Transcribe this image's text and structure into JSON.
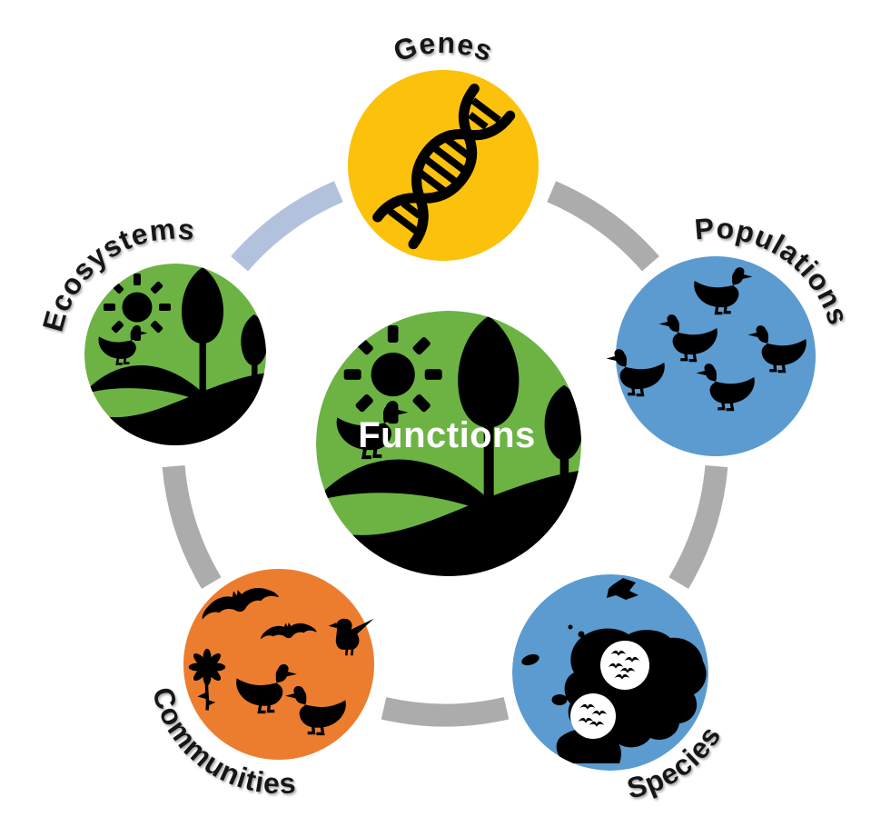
{
  "background": "#FFFFFF",
  "ring": {
    "color": "#ACACAC",
    "highlight_color": "#B2C1DC"
  },
  "label_color": "#151515",
  "icon_color": "#000000",
  "center": {
    "label": "Functions",
    "label_color": "#FFFFFF",
    "color": "#6CB344",
    "icon": "landscape-icon"
  },
  "nodes": {
    "genes": {
      "label": "Genes",
      "color": "#FCC10B",
      "icon": "dna-icon"
    },
    "populations": {
      "label": "Populations",
      "color": "#5B9BD0",
      "icon": "duck-flock-icon"
    },
    "species": {
      "label": "Species",
      "color": "#5B9BD0",
      "icon": "world-map-icon"
    },
    "communities": {
      "label": "Communities",
      "color": "#EC7D2F",
      "icon": "mixed-species-icon"
    },
    "ecosystems": {
      "label": "Ecosystems",
      "color": "#6CB344",
      "icon": "landscape-icon"
    }
  },
  "map": {
    "range_marker_color": "#FFFFFF"
  }
}
